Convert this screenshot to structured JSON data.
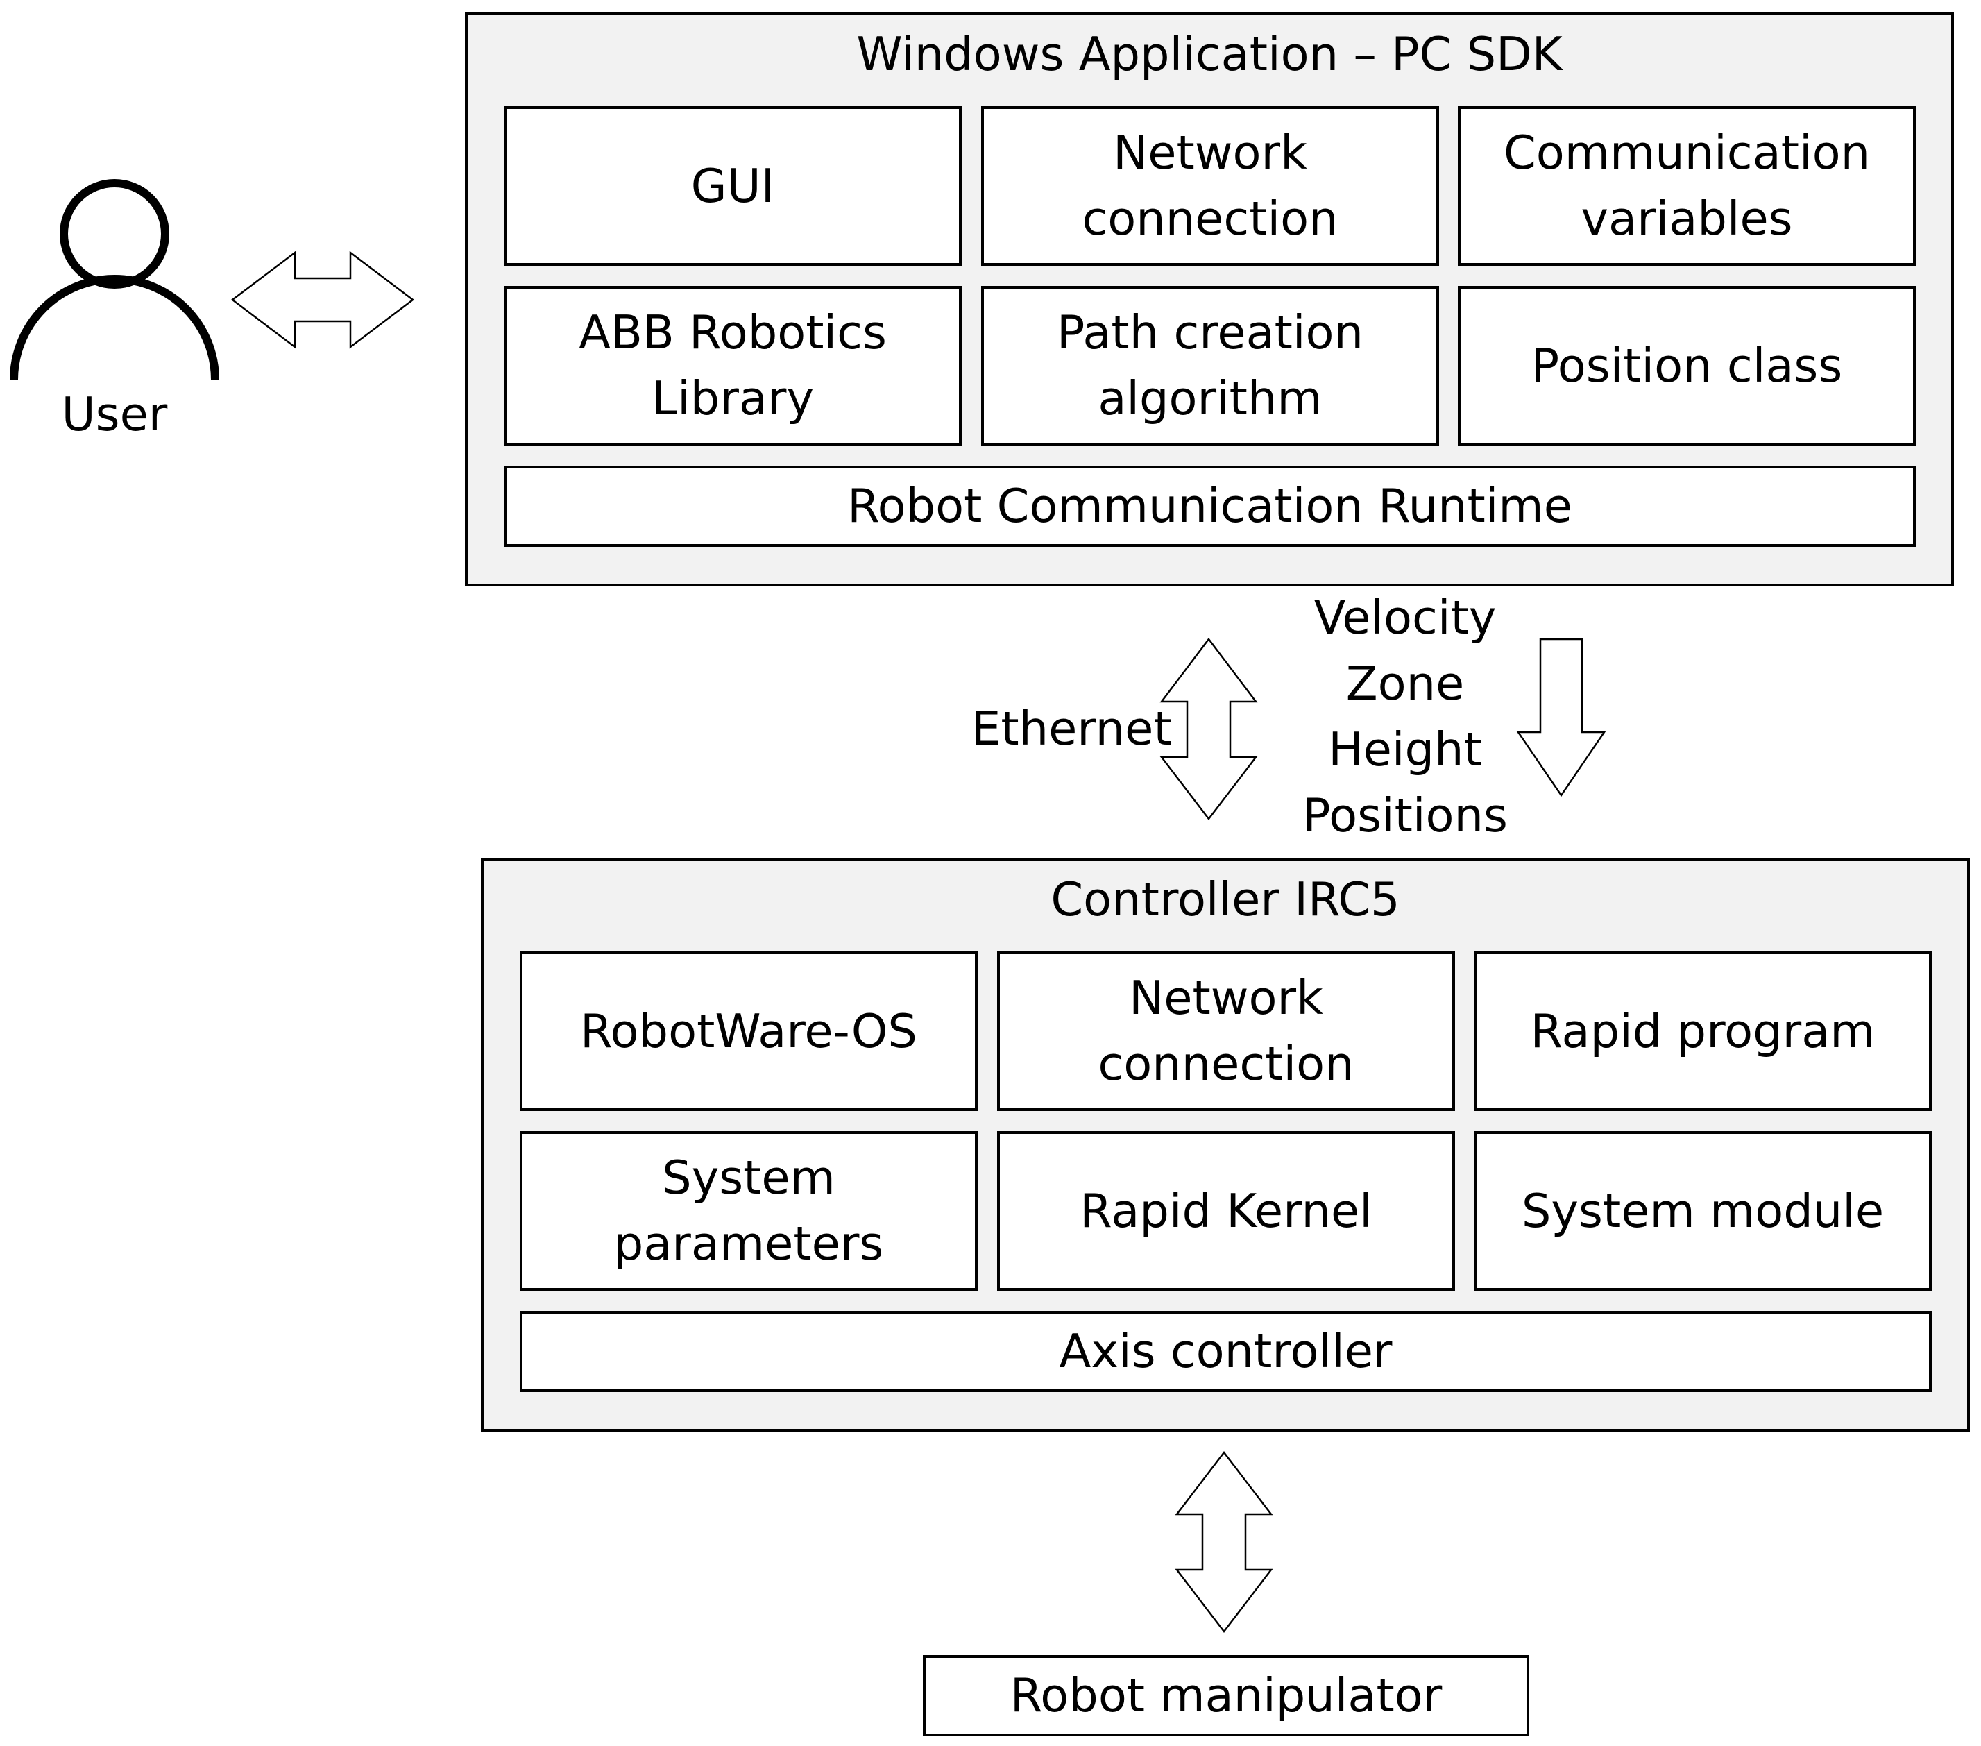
{
  "user": {
    "label": "User"
  },
  "windows_app": {
    "title": "Windows Application – PC SDK",
    "modules": [
      "GUI",
      "Network\nconnection",
      "Communication\nvariables",
      "ABB Robotics\nLibrary",
      "Path creation\nalgorithm",
      "Position class"
    ],
    "runtime": "Robot Communication Runtime"
  },
  "link": {
    "ethernet": "Ethernet",
    "data_sent": [
      "Velocity",
      "Zone",
      "Height",
      "Positions"
    ]
  },
  "controller": {
    "title": "Controller IRC5",
    "modules": [
      "RobotWare-OS",
      "Network\nconnection",
      "Rapid program",
      "System\nparameters",
      "Rapid Kernel",
      "System module"
    ],
    "axis": "Axis controller"
  },
  "robot": {
    "label": "Robot manipulator"
  }
}
